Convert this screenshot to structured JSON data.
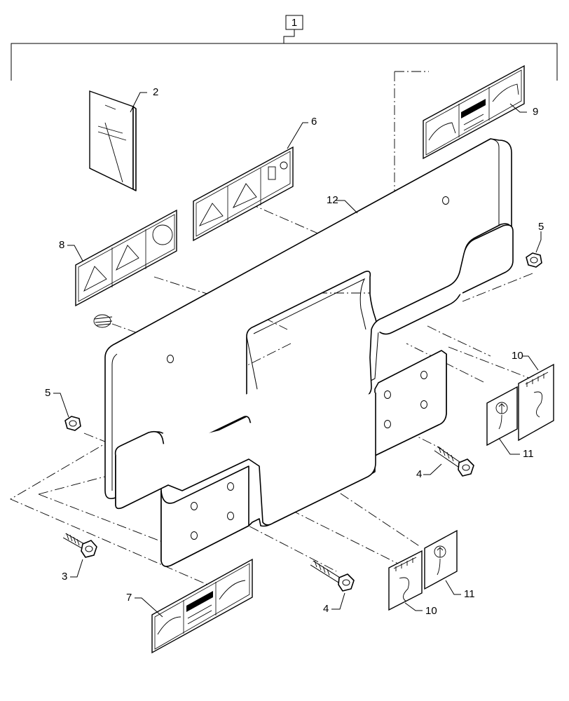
{
  "diagram": {
    "assembly_box_label": "1",
    "callouts": {
      "manual": "2",
      "bolt_left": "3",
      "bolt_right": "4",
      "bolt_bottom": "4",
      "nut_left": "5",
      "nut_right": "5",
      "decal_warning_center": "6",
      "decal_danger_bottom": "7",
      "decal_warning_left": "8",
      "decal_warning_top_right": "9",
      "decal_hook_right_top": "10",
      "decal_hook_bottom": "10",
      "decal_lift_right": "11",
      "decal_lift_bottom": "11",
      "weight_plate": "12"
    }
  }
}
